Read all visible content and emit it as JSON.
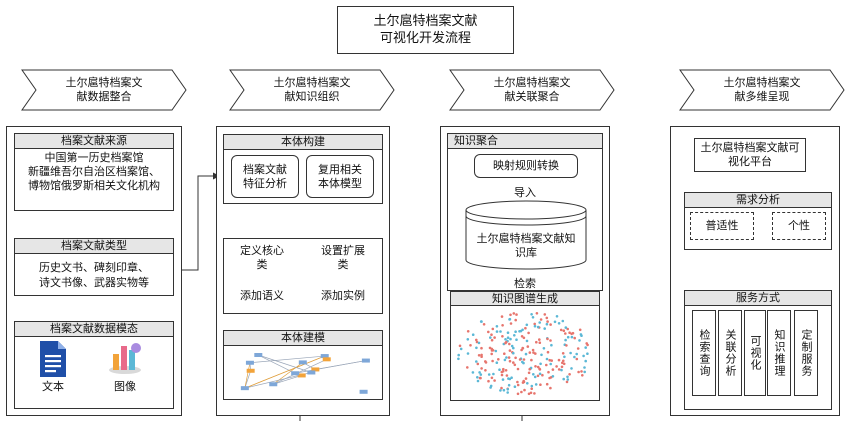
{
  "title": {
    "line1": "土尔扈特档案文献",
    "line2": "可视化开发流程"
  },
  "stages": [
    {
      "line1": "土尔扈特档案文",
      "line2": "献数据整合"
    },
    {
      "line1": "土尔扈特档案文",
      "line2": "献知识组织"
    },
    {
      "line1": "土尔扈特档案文",
      "line2": "献关联聚合"
    },
    {
      "line1": "土尔扈特档案文",
      "line2": "献多维呈现"
    }
  ],
  "col1": {
    "source_header": "档案文献来源",
    "sources": [
      "中国第一历史档案馆",
      "新疆维吾尔自治区档案馆、",
      "博物馆俄罗斯相关文化机构"
    ],
    "type_header": "档案文献类型",
    "types": [
      "历史文书、碑刻印章、",
      "诗文书像、武器实物等"
    ],
    "modality_header": "档案文献数据模态",
    "modalities": [
      "文本",
      "图像"
    ]
  },
  "col2": {
    "ontology_header": "本体构建",
    "box1": [
      "档案文献",
      "特征分析"
    ],
    "box2": [
      "复用相关",
      "本体模型"
    ],
    "define_core": [
      "定义核心",
      "类"
    ],
    "set_ext": [
      "设置扩展",
      "类"
    ],
    "add_sem": "添加语义",
    "add_inst": "添加实例",
    "model_header": "本体建模"
  },
  "col3": {
    "agg_header": "知识聚合",
    "mapping": "映射规则转换",
    "import": "导入",
    "kb": [
      "土尔扈特档案文献知",
      "识库"
    ],
    "retrieve": "检索",
    "graph_header": "知识图谱生成"
  },
  "col4": {
    "platform": [
      "土尔扈特档案文献可",
      "视化平台"
    ],
    "needs_header": "需求分析",
    "universal": "普适性",
    "personal": "个性",
    "service_header": "服务方式",
    "services": [
      "检索查询",
      "关联分析",
      "可视化",
      "知识推理",
      "定制服务"
    ]
  },
  "colors": {
    "header_fill": "#e6e6e6",
    "line": "#333333",
    "node_red": "#e7756d",
    "node_blue": "#5bb8d6"
  }
}
